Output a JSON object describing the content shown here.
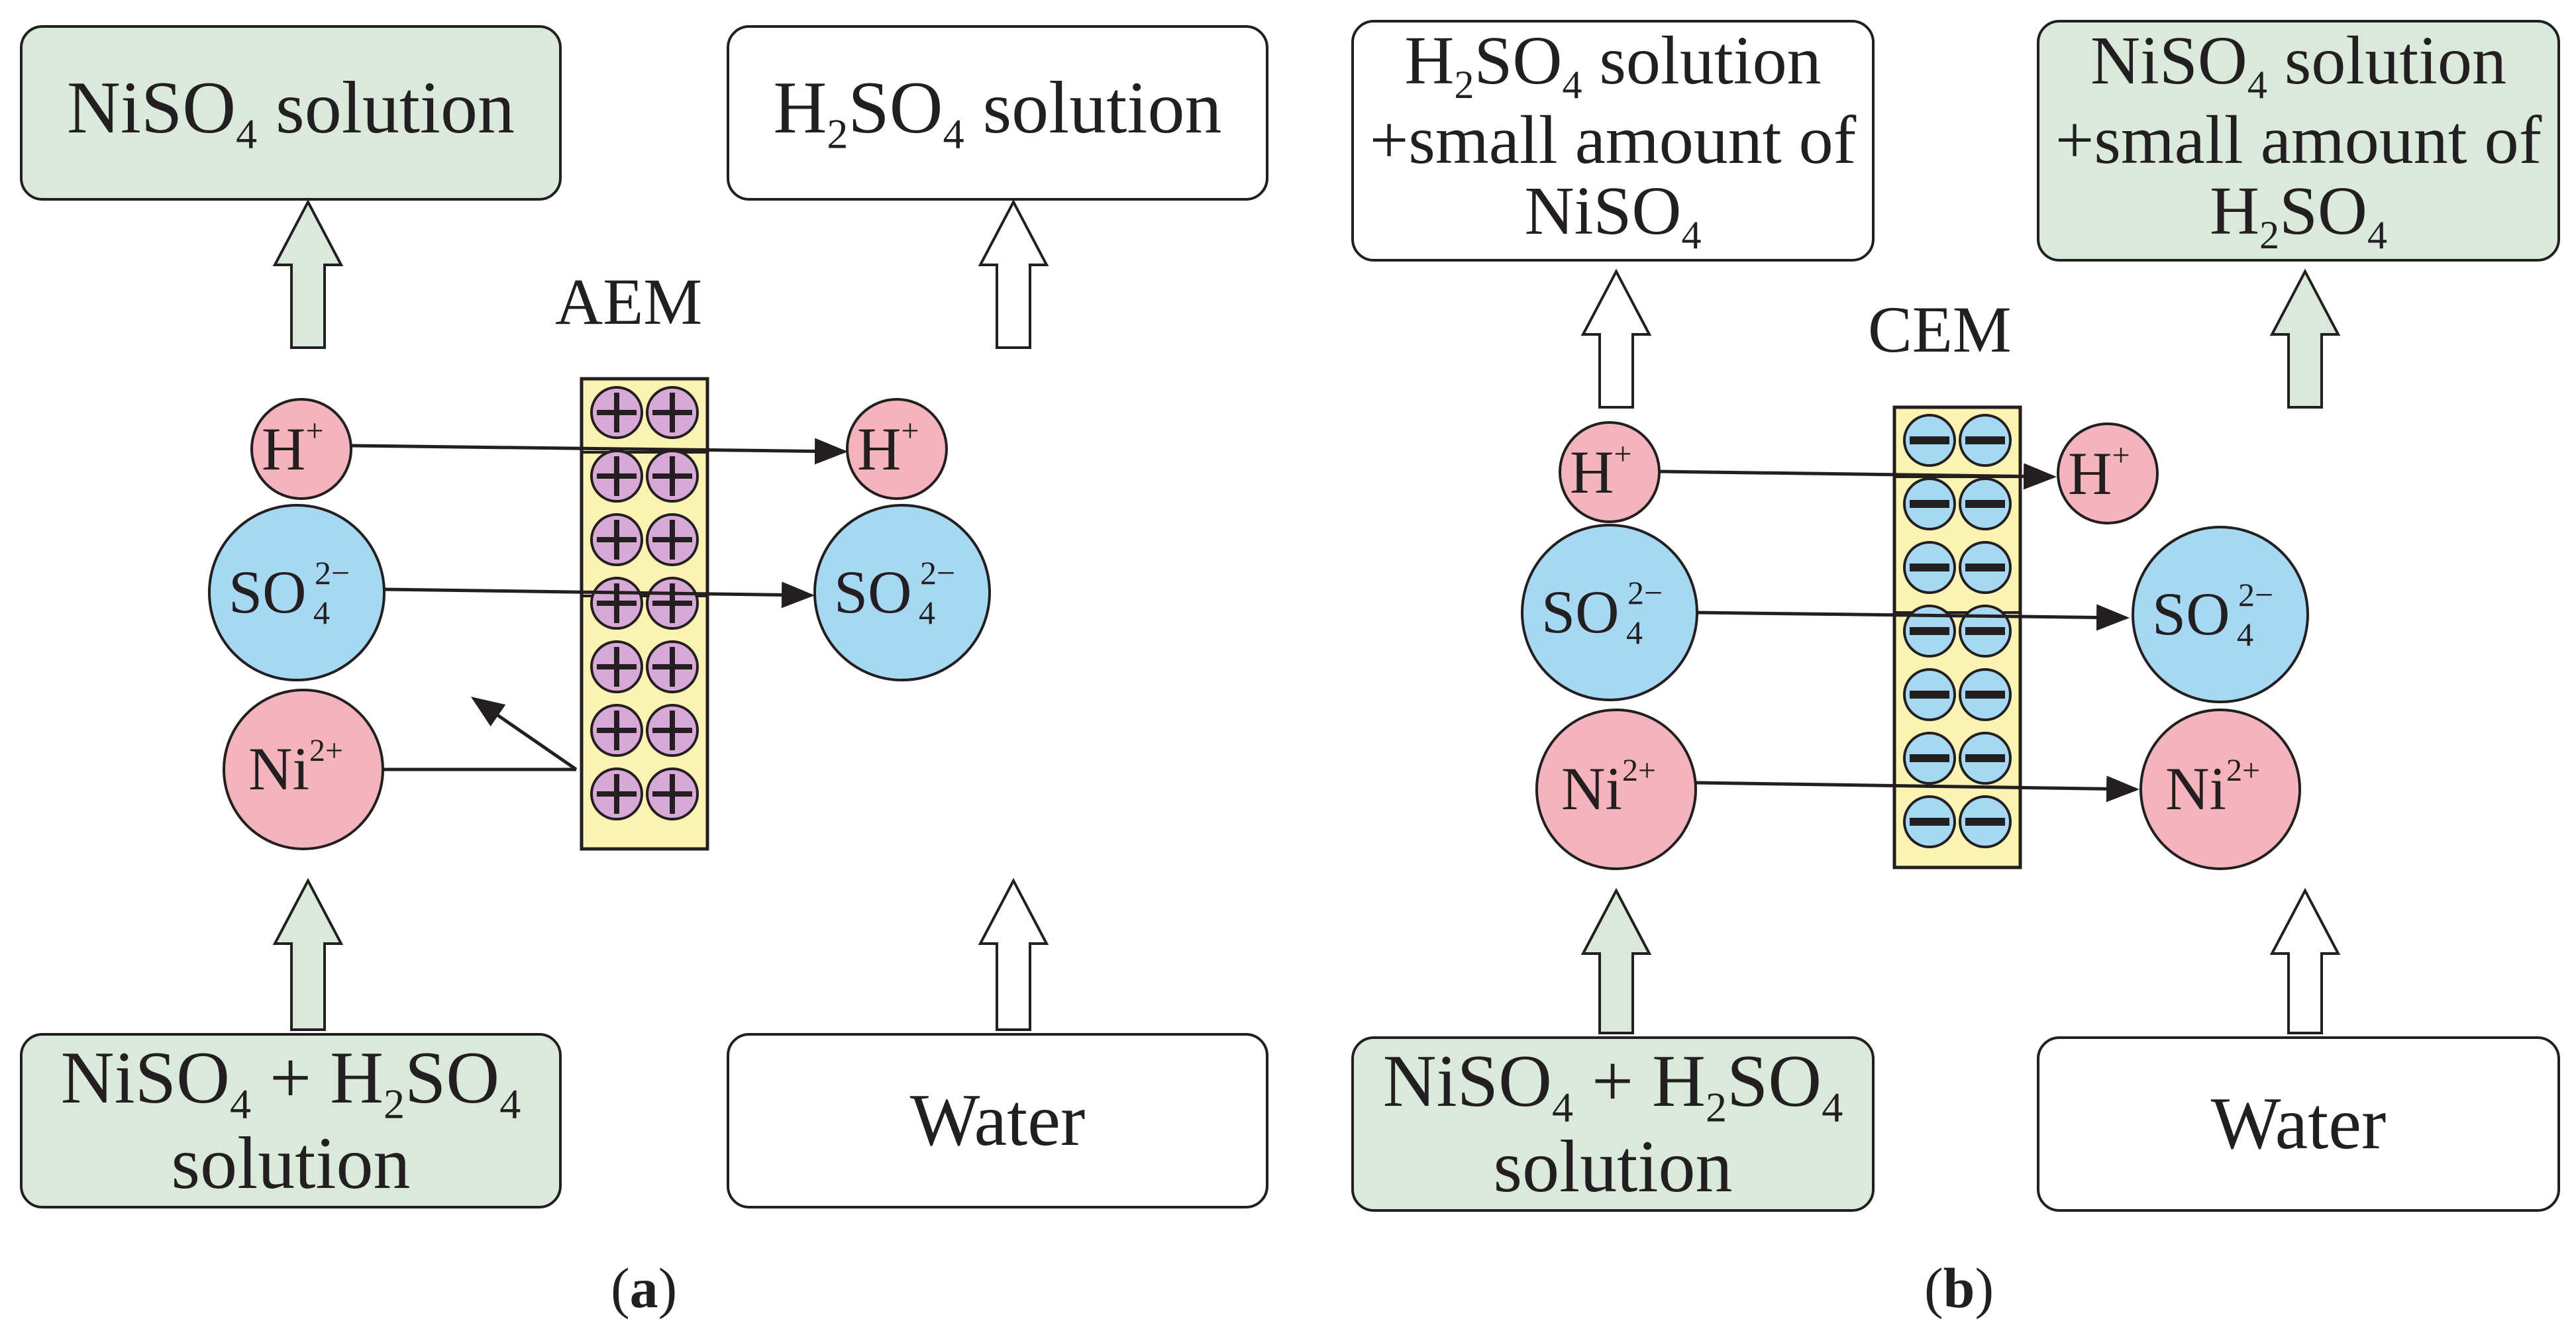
{
  "panel_a": {
    "caption_open": "(",
    "caption_letter": "a",
    "caption_close": ")",
    "membrane_label": "AEM",
    "top_left_box": {
      "p1": "NiSO",
      "sub1": "4",
      "p2": " solution"
    },
    "top_right_box": {
      "p1": "H",
      "sub1": "2",
      "p2": "SO",
      "sub2": "4",
      "p3": " solution"
    },
    "bottom_left_box": {
      "line1": {
        "p1": "NiSO",
        "sub1": "4",
        "p2": " + H",
        "sub2": "2",
        "p3": "SO",
        "sub3": "4"
      },
      "line2": "solution"
    },
    "bottom_right_box": {
      "text": "Water"
    },
    "ions": {
      "h_left": {
        "base": "H",
        "charge": "+"
      },
      "h_right": {
        "base": "H",
        "charge": "+"
      },
      "so4_left": {
        "base": "SO",
        "sub": "4",
        "charge": "2−"
      },
      "so4_right": {
        "base": "SO",
        "sub": "4",
        "charge": "2−"
      },
      "ni_left": {
        "base": "Ni",
        "charge": "2+"
      }
    }
  },
  "panel_b": {
    "caption_open": "(",
    "caption_letter": "b",
    "caption_close": ")",
    "membrane_label": "CEM",
    "top_left_box": {
      "line1": {
        "p1": "H",
        "sub1": "2",
        "p2": "SO",
        "sub2": "4",
        "p3": " solution"
      },
      "line2": "+small amount of",
      "line3": {
        "p1": "NiSO",
        "sub1": "4"
      }
    },
    "top_right_box": {
      "line1": {
        "p1": "NiSO",
        "sub1": "4",
        "p2": " solution"
      },
      "line2": "+small amount of",
      "line3": {
        "p1": "H",
        "sub1": "2",
        "p2": "SO",
        "sub2": "4"
      }
    },
    "bottom_left_box": {
      "line1": {
        "p1": "NiSO",
        "sub1": "4",
        "p2": " + H",
        "sub2": "2",
        "p3": "SO",
        "sub3": "4"
      },
      "line2": "solution"
    },
    "bottom_right_box": {
      "text": "Water"
    },
    "ions": {
      "h_left": {
        "base": "H",
        "charge": "+"
      },
      "h_right": {
        "base": "H",
        "charge": "+"
      },
      "so4_left": {
        "base": "SO",
        "sub": "4",
        "charge": "2−"
      },
      "so4_right": {
        "base": "SO",
        "sub": "4",
        "charge": "2−"
      },
      "ni_left": {
        "base": "Ni",
        "charge": "2+"
      },
      "ni_right": {
        "base": "Ni",
        "charge": "2+"
      }
    }
  },
  "colors": {
    "green_box": "#d9eadb",
    "h_ion": "#f3b5bb",
    "so4_ion": "#a6d8f3",
    "ni_ion": "#f3b5bb",
    "membrane": "#fbf3b3",
    "aem_bead": "#d8a8d6",
    "cem_bead": "#a6d8f3",
    "line": "#231f20"
  }
}
